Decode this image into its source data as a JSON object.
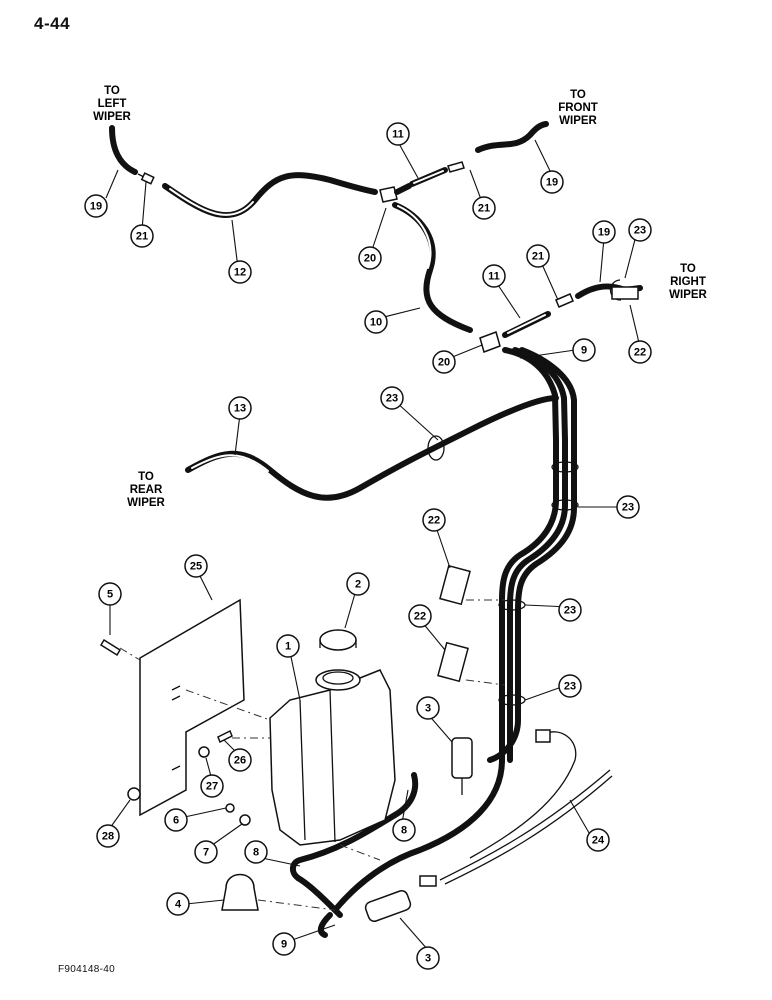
{
  "page_number": "4-44",
  "figure_id": "F904148-40",
  "destinations": {
    "left_wiper": [
      "TO",
      "LEFT",
      "WIPER"
    ],
    "front_wiper": [
      "TO",
      "FRONT",
      "WIPER"
    ],
    "right_wiper": [
      "TO",
      "RIGHT",
      "WIPER"
    ],
    "rear_wiper": [
      "TO",
      "REAR",
      "WIPER"
    ]
  },
  "callouts": [
    "19",
    "21",
    "12",
    "20",
    "11",
    "21",
    "19",
    "10",
    "11",
    "21",
    "19",
    "23",
    "22",
    "20",
    "9",
    "13",
    "23",
    "23",
    "22",
    "23",
    "22",
    "23",
    "25",
    "5",
    "2",
    "1",
    "3",
    "26",
    "27",
    "28",
    "6",
    "7",
    "8",
    "8",
    "24",
    "4",
    "9",
    "3"
  ]
}
